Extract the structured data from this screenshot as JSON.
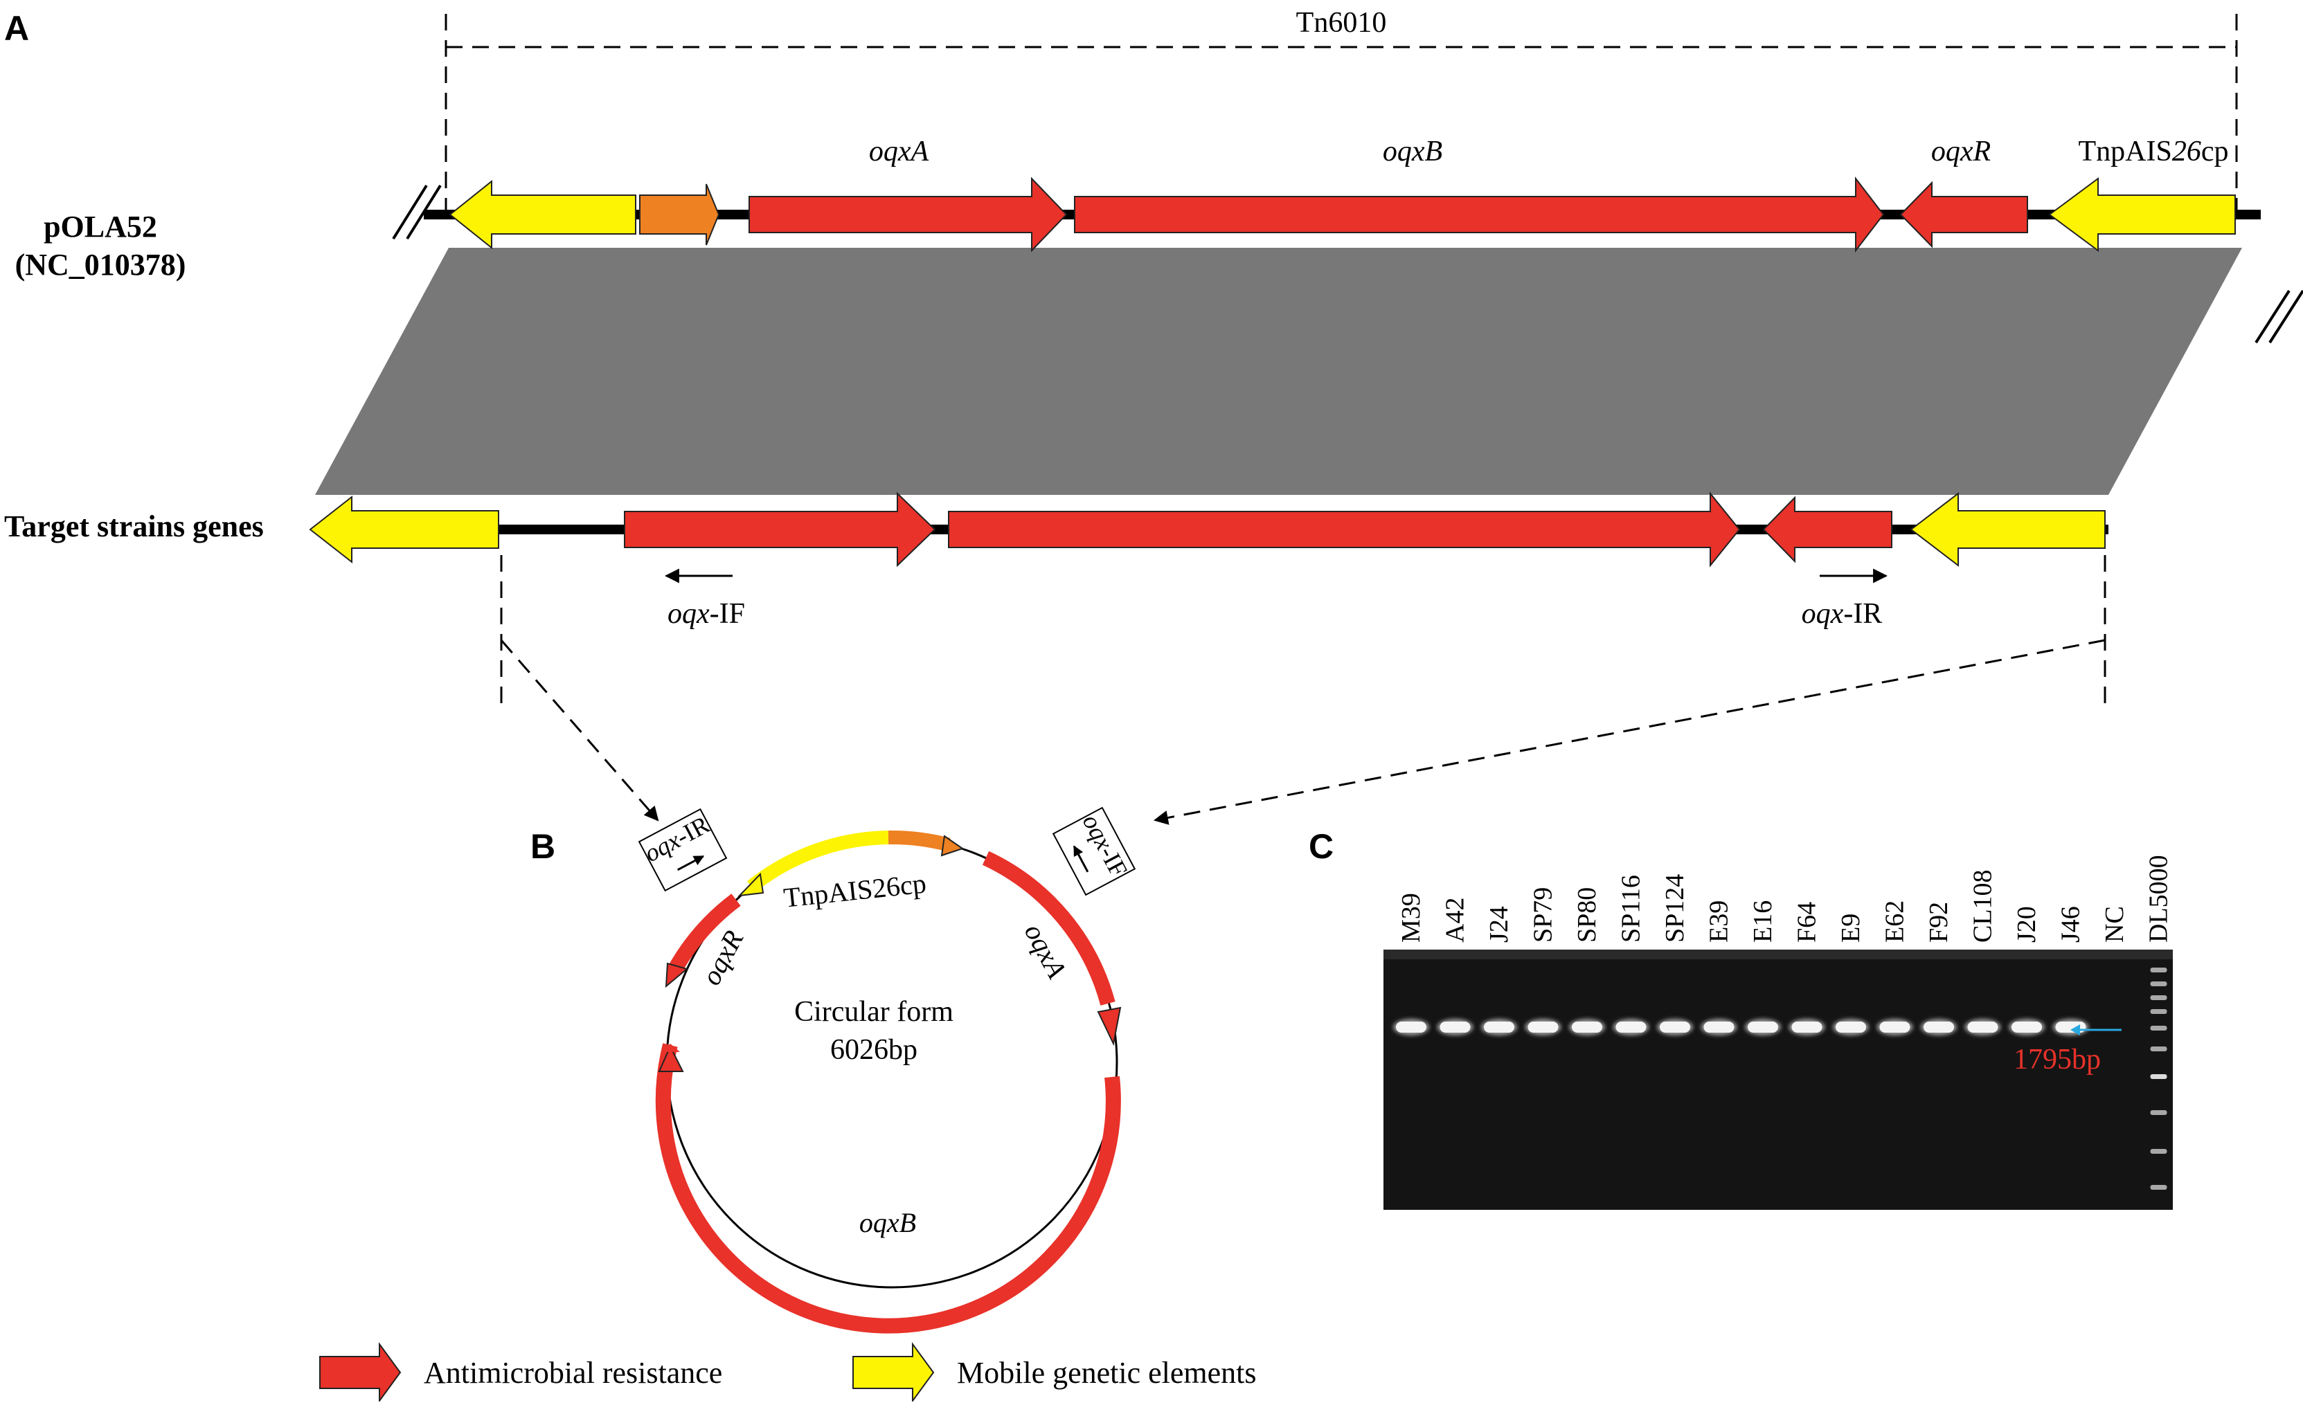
{
  "panels": {
    "a": "A",
    "b": "B",
    "c": "C"
  },
  "panel_a": {
    "transposon_label": "Tn6010",
    "plasmid_label": "pOLA52",
    "plasmid_accession": "(NC_010378)",
    "target_label": "Target strains genes",
    "gene_labels": {
      "oqxA": "oqxA",
      "oqxB": "oqxB",
      "oqxR": "oqxR",
      "tnp_prefix": "TnpAIS",
      "tnp_num": "26",
      "tnp_suffix": "cp"
    },
    "primer_if": {
      "italic": "oqx",
      "plain": "-IF"
    },
    "primer_ir": {
      "italic": "oqx",
      "plain": "-IR"
    }
  },
  "panel_b": {
    "center_line1": "Circular form",
    "center_line2": "6026bp",
    "tnp_label": "TnpAIS26cp",
    "oqxR": "oqxR",
    "oqxA": "oqxA",
    "oqxB": "oqxB",
    "box_ir": {
      "italic": "oqx",
      "plain": "-IR"
    },
    "box_if": {
      "italic": "oqx",
      "plain": "-IF"
    }
  },
  "panel_c": {
    "lanes": [
      "M39",
      "A42",
      "J24",
      "SP79",
      "SP80",
      "SP116",
      "SP124",
      "E39",
      "E16",
      "F64",
      "E9",
      "E62",
      "F92",
      "CL108",
      "J20",
      "J46",
      "NC",
      "DL5000"
    ],
    "band_size": "1795bp"
  },
  "legend": {
    "resistance": "Antimicrobial resistance",
    "mobile": "Mobile genetic elements"
  },
  "colors": {
    "resistance": "#e8322a",
    "mobile": "#fdf403",
    "orange": "#ee8122",
    "homology": "#787878",
    "gel": "#141414",
    "band_label": "#e8322a",
    "arrow_marker": "#29a8e0"
  }
}
